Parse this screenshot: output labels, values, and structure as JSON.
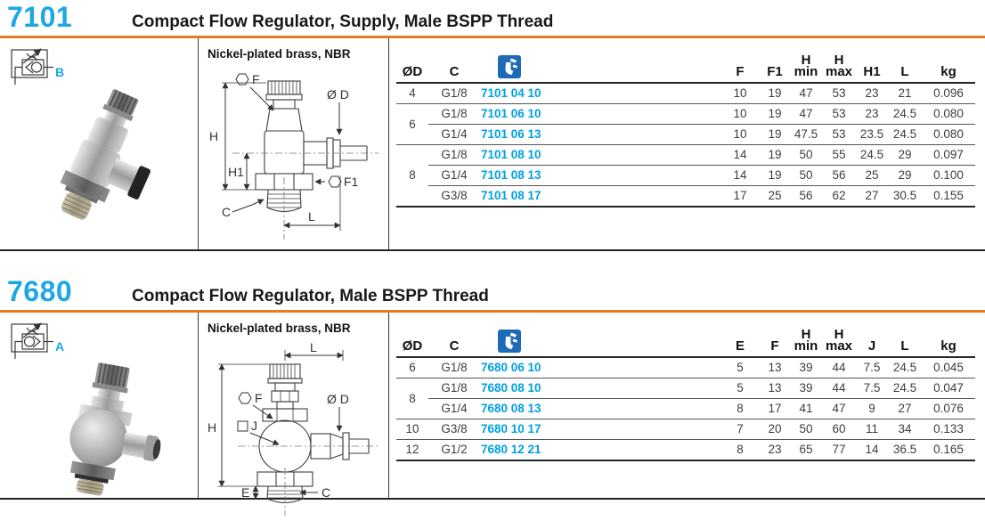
{
  "page": {
    "accent_blue": "#1ea7e2",
    "accent_orange": "#e87a20",
    "part_number_blue": "#00a0e1",
    "logo_icon": "legris-logo"
  },
  "sections": [
    {
      "code": "7101",
      "title": "Compact Flow Regulator, Supply, Male BSPP Thread",
      "symbol_letter": "B",
      "symbol_icon": "flow-regulator-pneumatic-symbol",
      "material": "Nickel-plated brass, NBR",
      "drawing_labels": {
        "f": "F",
        "od": "Ø D",
        "h": "H",
        "h1": "H1",
        "f1": "F1",
        "c": "C",
        "l": "L"
      },
      "table": {
        "headers": [
          {
            "t": "ØD"
          },
          {
            "t": "C"
          },
          {
            "t": ""
          },
          {
            "t": "F"
          },
          {
            "t": "F1"
          },
          {
            "t": "H",
            "b": "min"
          },
          {
            "t": "H",
            "b": "max"
          },
          {
            "t": "H1"
          },
          {
            "t": "L"
          },
          {
            "t": "kg"
          }
        ],
        "rows": [
          {
            "od": "4",
            "c": "G1/8",
            "part": "7101 04 10",
            "vals": [
              "10",
              "19",
              "47",
              "53",
              "23",
              "21",
              "0.096"
            ]
          },
          {
            "od": "6",
            "c": "G1/8",
            "part": "7101 06 10",
            "vals": [
              "10",
              "19",
              "47",
              "53",
              "23",
              "24.5",
              "0.080"
            ]
          },
          {
            "c": "G1/4",
            "part": "7101 06 13",
            "vals": [
              "10",
              "19",
              "47.5",
              "53",
              "23.5",
              "24.5",
              "0.080"
            ]
          },
          {
            "od": "8",
            "c": "G1/8",
            "part": "7101 08 10",
            "vals": [
              "14",
              "19",
              "50",
              "55",
              "24.5",
              "29",
              "0.097"
            ]
          },
          {
            "c": "G1/4",
            "part": "7101 08 13",
            "vals": [
              "14",
              "19",
              "50",
              "56",
              "25",
              "29",
              "0.100"
            ]
          },
          {
            "c": "G3/8",
            "part": "7101 08 17",
            "vals": [
              "17",
              "25",
              "56",
              "62",
              "27",
              "30.5",
              "0.155"
            ]
          }
        ]
      }
    },
    {
      "code": "7680",
      "title": "Compact Flow Regulator, Male BSPP Thread",
      "symbol_letter": "A",
      "symbol_icon": "flow-regulator-pneumatic-symbol",
      "material": "Nickel-plated brass, NBR",
      "drawing_labels": {
        "l": "L",
        "f": "F",
        "od": "Ø D",
        "h": "H",
        "j": "J",
        "e": "E",
        "c": "C"
      },
      "table": {
        "headers": [
          {
            "t": "ØD"
          },
          {
            "t": "C"
          },
          {
            "t": ""
          },
          {
            "t": "E"
          },
          {
            "t": "F"
          },
          {
            "t": "H",
            "b": "min"
          },
          {
            "t": "H",
            "b": "max"
          },
          {
            "t": "J"
          },
          {
            "t": "L"
          },
          {
            "t": "kg"
          }
        ],
        "rows": [
          {
            "od": "6",
            "c": "G1/8",
            "part": "7680 06 10",
            "vals": [
              "5",
              "13",
              "39",
              "44",
              "7.5",
              "24.5",
              "0.045"
            ]
          },
          {
            "od": "8",
            "c": "G1/8",
            "part": "7680 08 10",
            "vals": [
              "5",
              "13",
              "39",
              "44",
              "7.5",
              "24.5",
              "0.047"
            ]
          },
          {
            "c": "G1/4",
            "part": "7680 08 13",
            "vals": [
              "8",
              "17",
              "41",
              "47",
              "9",
              "27",
              "0.076"
            ]
          },
          {
            "od": "10",
            "c": "G3/8",
            "part": "7680 10 17",
            "vals": [
              "7",
              "20",
              "50",
              "60",
              "11",
              "34",
              "0.133"
            ]
          },
          {
            "od": "12",
            "c": "G1/2",
            "part": "7680 12 21",
            "vals": [
              "8",
              "23",
              "65",
              "77",
              "14",
              "36.5",
              "0.165"
            ]
          }
        ]
      }
    }
  ]
}
